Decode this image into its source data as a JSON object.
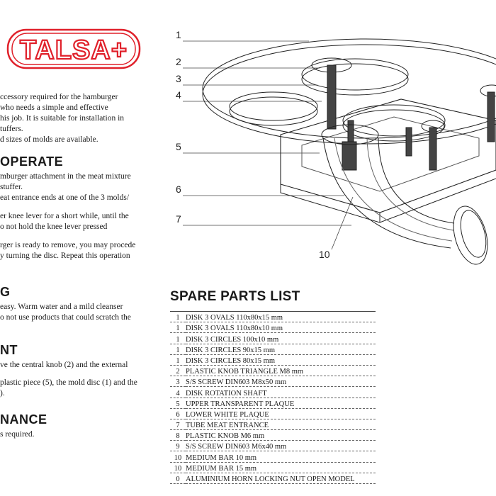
{
  "logo": {
    "text": "TALSA+",
    "color": "#e0202a"
  },
  "left_column": {
    "intro_lines": [
      "ccessory required for the hamburger",
      "who needs a simple and effective",
      "his job. It is suitable for installation in",
      "tuffers.",
      "d sizes of molds are available."
    ],
    "section_operate": {
      "heading": "OPERATE",
      "lines": [
        "mburger attachment in the meat mixture",
        "stuffer.",
        "eat entrance ends at one of the 3 molds/",
        "",
        "er knee lever for a short while, until the",
        "o not hold the knee lever pressed",
        "",
        "rger is ready to remove, you may procede",
        "y turning the disc. Repeat this operation"
      ]
    },
    "section_cleaning": {
      "heading": "G",
      "lines": [
        "easy. Warm water and a mild cleanser",
        "o not use products that could scratch the"
      ]
    },
    "section_assembly": {
      "heading": "NT",
      "lines": [
        "ve the central knob (2) and the external",
        "",
        "plastic piece (5), the mold disc (1) and the",
        ")."
      ]
    },
    "section_maintenance": {
      "heading": "NANCE",
      "lines": [
        "s required."
      ]
    }
  },
  "drawing": {
    "callouts": [
      "1",
      "2",
      "3",
      "4",
      "5",
      "6",
      "7",
      "10"
    ]
  },
  "spare_parts": {
    "title": "SPARE PARTS LIST",
    "rows": [
      {
        "qty": "1",
        "desc": "DISK 3 OVALS 110x80x15 mm"
      },
      {
        "qty": "1",
        "desc": "DISK 3 OVALS 110x80x10 mm"
      },
      {
        "qty": "1",
        "desc": "DISK 3 CIRCLES 100x10 mm"
      },
      {
        "qty": "1",
        "desc": "DISK 3 CIRCLES 90x15 mm"
      },
      {
        "qty": "1",
        "desc": "DISK 3 CIRCLES 80x15 mm"
      },
      {
        "qty": "2",
        "desc": "PLASTIC KNOB TRIANGLE M8 mm"
      },
      {
        "qty": "3",
        "desc": "S/S SCREW DIN603 M8x50 mm"
      },
      {
        "qty": "4",
        "desc": "DISK ROTATION SHAFT"
      },
      {
        "qty": "5",
        "desc": "UPPER TRANSPARENT PLAQUE"
      },
      {
        "qty": "6",
        "desc": "LOWER WHITE PLAQUE"
      },
      {
        "qty": "7",
        "desc": "TUBE MEAT ENTRANCE"
      },
      {
        "qty": "8",
        "desc": "PLASTIC KNOB M6 mm"
      },
      {
        "qty": "9",
        "desc": "S/S SCREW DIN603 M6x40 mm"
      },
      {
        "qty": "10",
        "desc": "MEDIUM BAR 10 mm"
      },
      {
        "qty": "10",
        "desc": "MEDIUM BAR 15 mm"
      },
      {
        "qty": "0",
        "desc": "ALUMINIUM HORN LOCKING NUT OPEN MODEL"
      }
    ]
  }
}
